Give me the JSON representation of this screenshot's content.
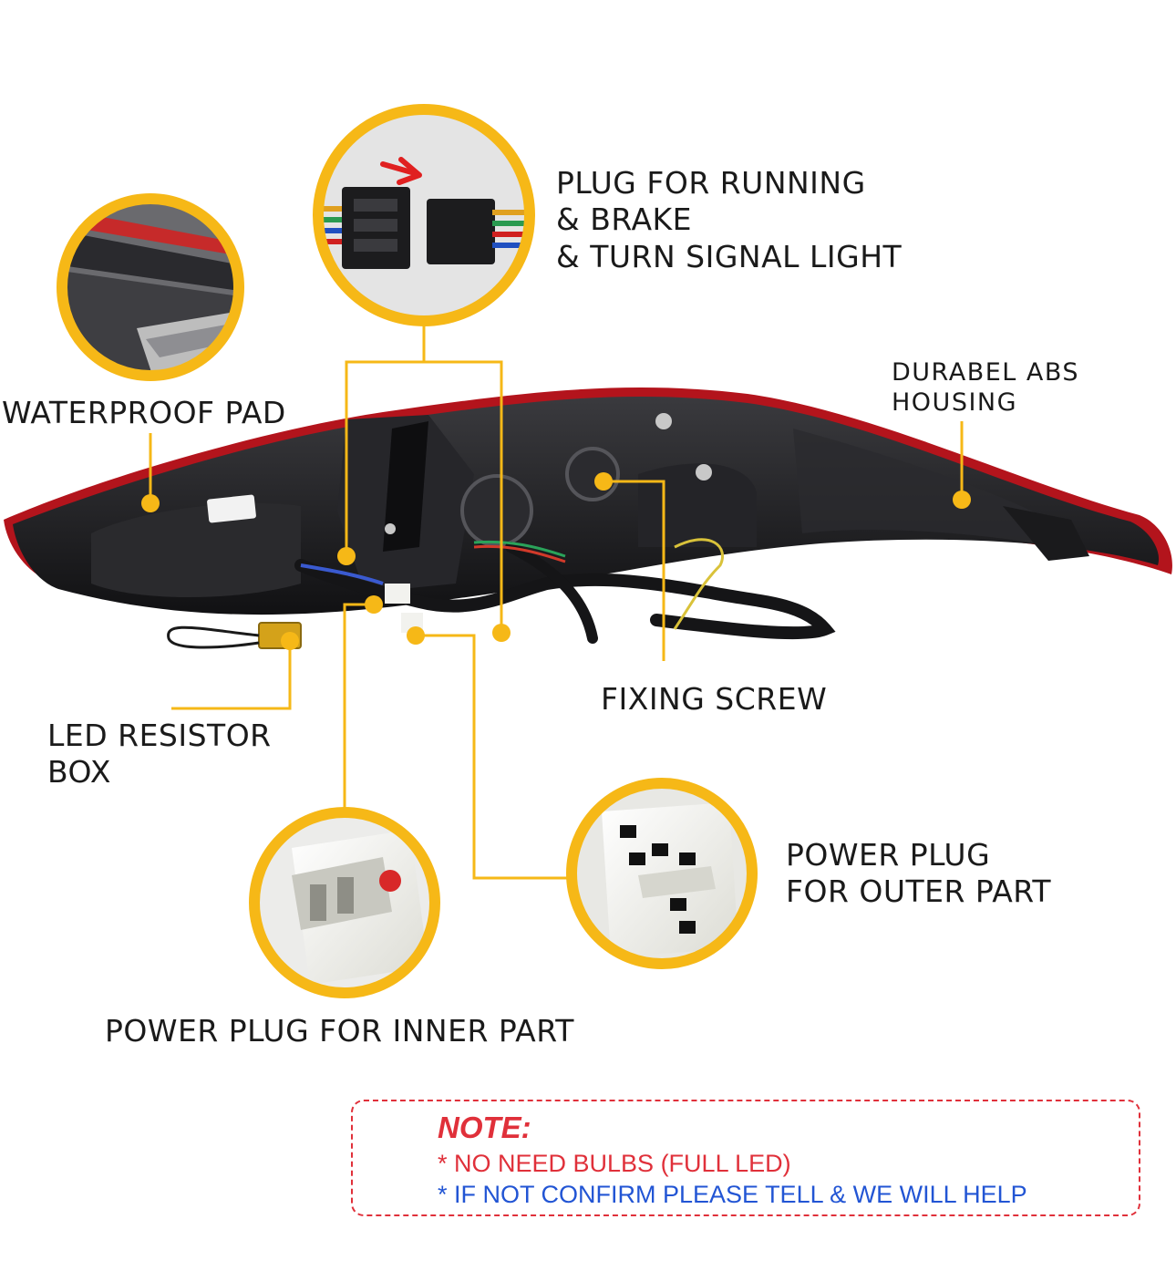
{
  "labels": {
    "plug_running": [
      "PLUG FOR RUNNING",
      "& BRAKE",
      "& TURN SIGNAL LIGHT"
    ],
    "waterproof_pad": "WATERPROOF PAD",
    "abs_housing": [
      "DURABEL ABS",
      "HOUSING"
    ],
    "led_resistor": [
      "LED RESISTOR",
      "BOX"
    ],
    "fixing_screw": "FIXING SCREW",
    "power_outer": [
      "POWER PLUG",
      "FOR OUTER PART"
    ],
    "power_inner": "POWER PLUG FOR INNER PART"
  },
  "note": {
    "title": "NOTE:",
    "line1": "* NO NEED BULBS (FULL LED)",
    "line2": "* IF NOT CONFIRM PLEASE TELL & WE WILL HELP"
  },
  "colors": {
    "accent_yellow": "#f6b817",
    "note_red": "#e0303a",
    "note_blue": "#2255d4",
    "housing_dark": "#1b1b1d",
    "lens_red": "#b3141c"
  }
}
